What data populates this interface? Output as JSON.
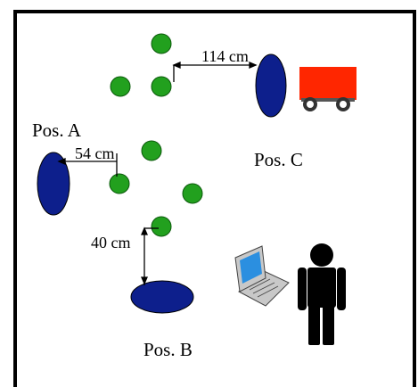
{
  "labels": {
    "pos_a": "Pos. A",
    "pos_b": "Pos. B",
    "pos_c": "Pos. C",
    "dist_ac": "114 cm",
    "dist_a": "54 cm",
    "dist_b": "40 cm"
  },
  "colors": {
    "ball": "#22a01e",
    "antenna": "#0d1f8c",
    "robot": "#ff2600",
    "person": "#000000",
    "laptop_screen": "#2b8fe0",
    "laptop_body": "#c8c8c8"
  },
  "icons": {
    "robot": "robot-cart-icon",
    "laptop": "laptop-icon",
    "person": "person-icon"
  }
}
